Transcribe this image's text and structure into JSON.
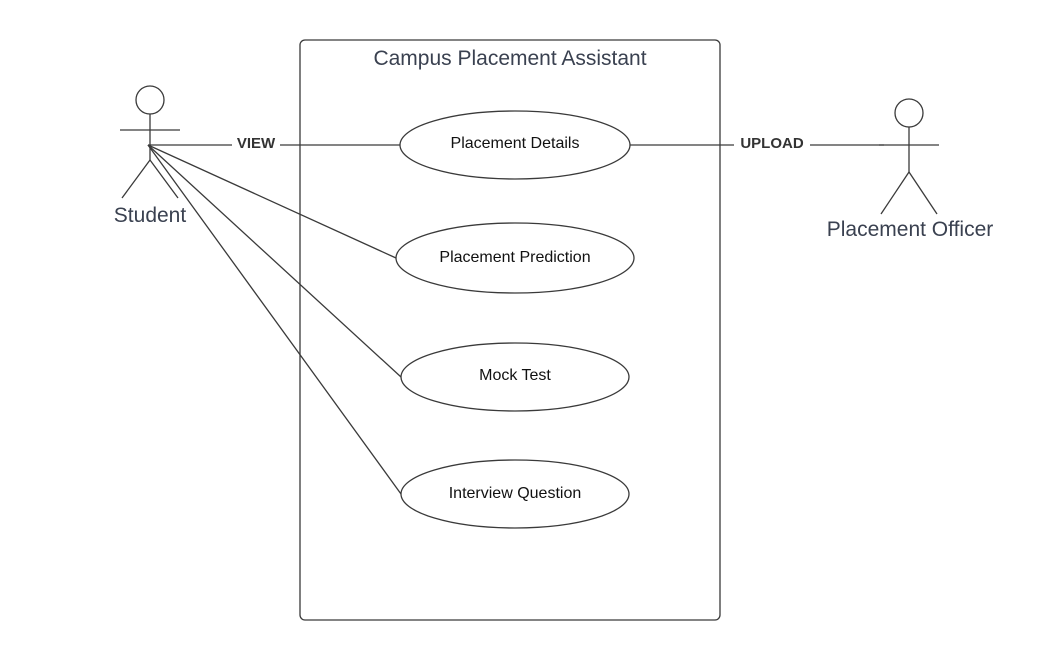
{
  "system": {
    "title": "Campus Placement Assistant"
  },
  "actors": {
    "student": {
      "name": "Student"
    },
    "officer": {
      "name": "Placement Officer"
    }
  },
  "use_cases": [
    {
      "label": "Placement Details"
    },
    {
      "label": "Placement Prediction"
    },
    {
      "label": "Mock Test"
    },
    {
      "label": "Interview Question"
    }
  ],
  "edges": {
    "student_view": {
      "label": "VIEW"
    },
    "officer_upload": {
      "label": "UPLOAD"
    }
  },
  "colors": {
    "line": "#3a3a3a",
    "text": "#3a4150",
    "background": "#ffffff"
  }
}
